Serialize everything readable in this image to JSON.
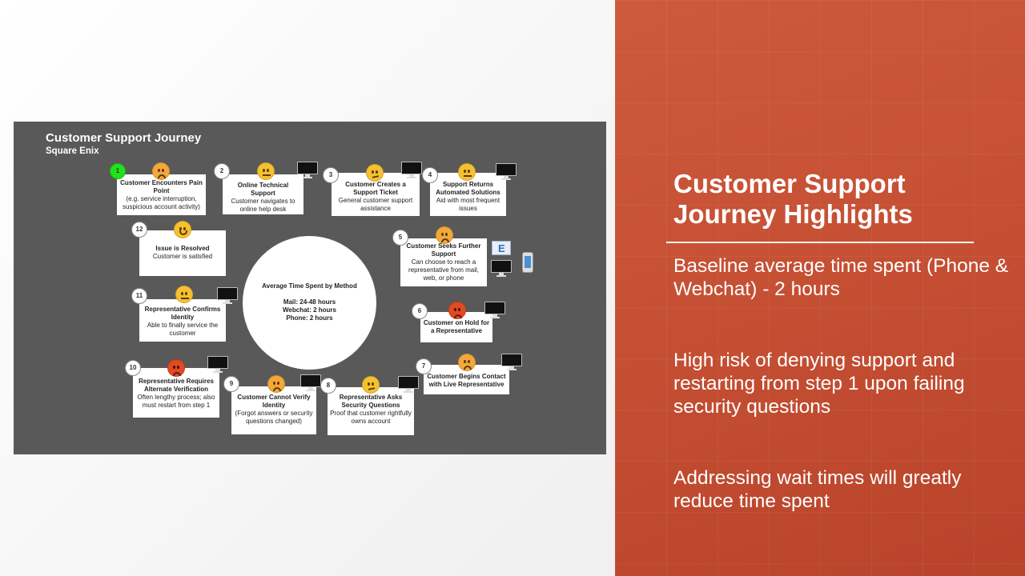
{
  "highlights": {
    "title": "Customer Support Journey Highlights",
    "points": [
      "Baseline average time spent (Phone & Webchat) - 2 hours",
      "High risk of denying support and restarting from step 1 upon failing security questions",
      "Addressing wait times will greatly reduce time spent"
    ]
  },
  "journey": {
    "title": "Customer Support Journey",
    "subtitle": "Square Enix",
    "center": {
      "title": "Average Time Spent by Method",
      "lines": [
        "Mail: 24-48 hours",
        "Webchat: 2 hours",
        "Phone: 2 hours"
      ]
    },
    "steps": [
      {
        "num": "1",
        "title": "Customer Encounters Pain Point",
        "desc": "(e.g. service interruption, suspicious account activity)",
        "mood": "sad-icon",
        "channel": ""
      },
      {
        "num": "2",
        "title": "Online Technical Support",
        "desc": "Customer navigates to online help desk",
        "mood": "neutral-face-icon",
        "channel": "monitor-icon"
      },
      {
        "num": "3",
        "title": "Customer Creates a Support Ticket",
        "desc": "General customer support assistance",
        "mood": "thinking-face-icon",
        "channel": "monitor-icon"
      },
      {
        "num": "4",
        "title": "Support Returns Automated Solutions",
        "desc": "Aid with most frequent issues",
        "mood": "neutral-face-icon",
        "channel": "monitor-icon"
      },
      {
        "num": "5",
        "title": "Customer Seeks Further Support",
        "desc": "Can choose to reach a representative from mail, web, or phone",
        "mood": "sad-icon",
        "channel": "mail-monitor-phone-icons"
      },
      {
        "num": "6",
        "title": "Customer on Hold for a Representative",
        "desc": "",
        "mood": "angry-face-icon",
        "channel": "monitor-icon"
      },
      {
        "num": "7",
        "title": "Customer Begins Contact with Live Representative",
        "desc": "",
        "mood": "sad-icon",
        "channel": "monitor-icon"
      },
      {
        "num": "8",
        "title": "Representative Asks Security Questions",
        "desc": "Proof that customer rightfully owns account",
        "mood": "thinking-face-icon",
        "channel": "monitor-icon"
      },
      {
        "num": "9",
        "title": "Customer Cannot Verify Identity",
        "desc": "(Forgot answers or security questions changed)",
        "mood": "sad-icon",
        "channel": "monitor-icon"
      },
      {
        "num": "10",
        "title": "Representative Requires Alternate Verification",
        "desc": "Often lengthy process; also must restart from step 1",
        "mood": "angry-face-icon",
        "channel": "monitor-icon"
      },
      {
        "num": "11",
        "title": "Representative Confirms Identity",
        "desc": "Able to finally service the customer",
        "mood": "neutral-face-icon",
        "channel": "monitor-icon"
      },
      {
        "num": "12",
        "title": "Issue is Resolved",
        "desc": "Customer is satisfied",
        "mood": "happy-face-icon",
        "channel": ""
      }
    ]
  },
  "colors": {
    "panel": "#c54f33",
    "map_bg": "#595959",
    "step1_badge": "#21e21a"
  }
}
